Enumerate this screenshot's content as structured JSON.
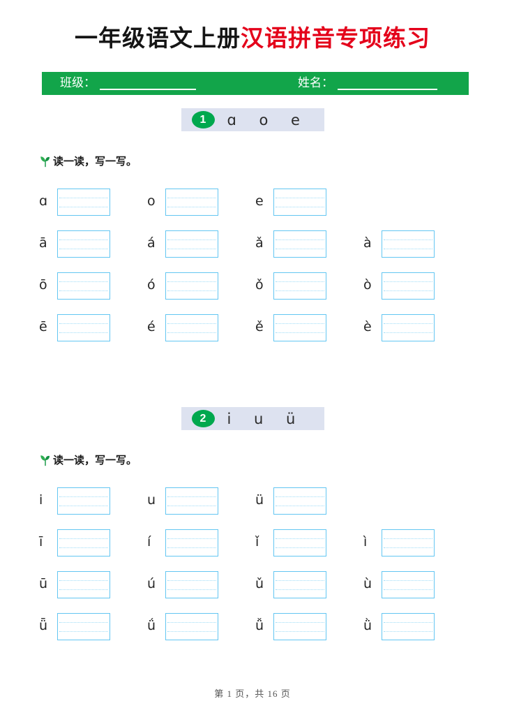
{
  "document": {
    "title_black": "一年级语文上册",
    "title_red": "汉语拼音专项练习"
  },
  "info_bar": {
    "class_label": "班级：",
    "name_label": "姓名：",
    "bar_color": "#12a54a"
  },
  "sections": [
    {
      "number": "1",
      "letters": "ɑ  o  e",
      "instruction": "读一读，写一写。",
      "leaf_icon": "sprout-icon",
      "rows": [
        {
          "cells": [
            "ɑ",
            "o",
            "e"
          ]
        },
        {
          "cells": [
            "ā",
            "á",
            "ǎ",
            "à"
          ]
        },
        {
          "cells": [
            "ō",
            "ó",
            "ǒ",
            "ò"
          ]
        },
        {
          "cells": [
            "ē",
            "é",
            "ě",
            "è"
          ]
        }
      ]
    },
    {
      "number": "2",
      "letters": "i  u  ü",
      "instruction": "读一读，写一写。",
      "leaf_icon": "sprout-icon",
      "rows": [
        {
          "cells": [
            "i",
            "u",
            "ü"
          ]
        },
        {
          "cells": [
            "ī",
            "í",
            "ǐ",
            "ì"
          ]
        },
        {
          "cells": [
            "ū",
            "ú",
            "ǔ",
            "ù"
          ]
        },
        {
          "cells": [
            "ǖ",
            "ǘ",
            "ǚ",
            "ǜ"
          ]
        }
      ]
    }
  ],
  "footer": {
    "page_text": "第 1 页，共 16 页"
  },
  "colors": {
    "green_bar": "#12a54a",
    "badge_green": "#00a84e",
    "header_band": "#dde2f0",
    "box_border": "#63c6f2",
    "box_guide": "#9fdcf7",
    "title_red": "#e4021b"
  }
}
